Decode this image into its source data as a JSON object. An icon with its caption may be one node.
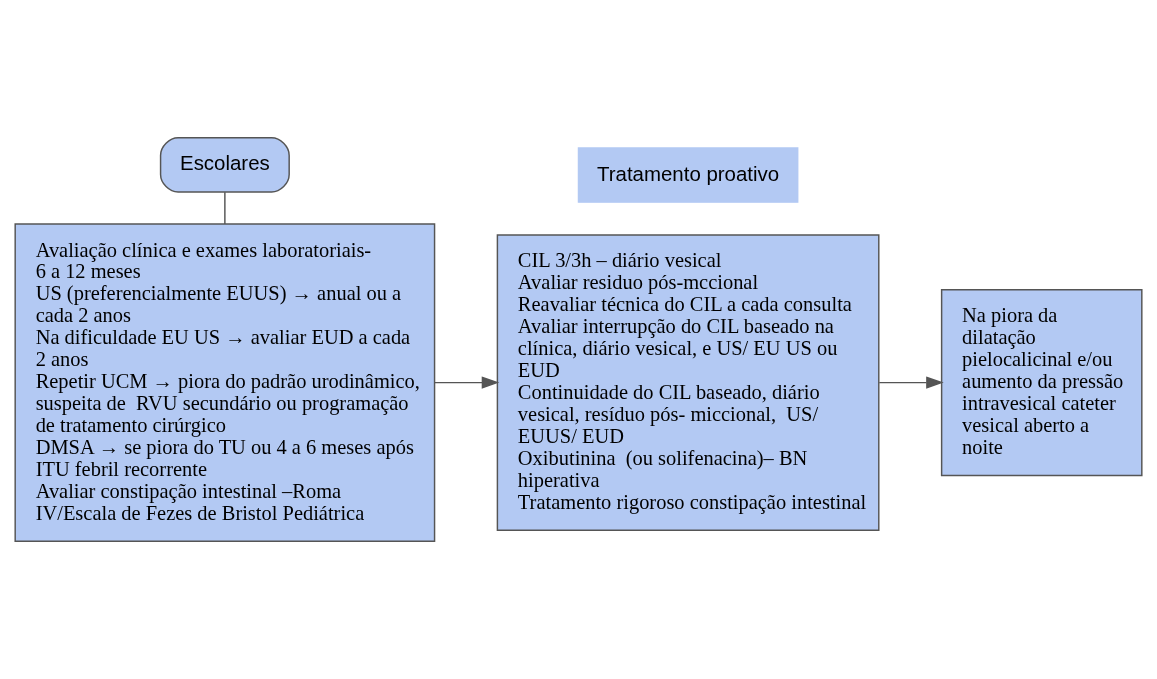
{
  "diagram": {
    "nodes": [
      {
        "text": [
          "Escolares"
        ]
      },
      {
        "text": [
          "Avaliação clínica e exames laboratoriais- 6 a 12 meses",
          "US (preferencialmente EUUS) → anual ou a cada 2 anos",
          "Na dificuldade EU US → avaliar EUD a cada 2 anos",
          "Repetir UCM → piora do padrão urodinâmico, suspeita de  RVU secundário ou programação de tratamento cirúrgico",
          "DMSA → se piora do TU ou 4 a 6 meses após ITU febril recorrente",
          "Avaliar constipação intestinal –Roma IV/Escala de Fezes de Bristol Pediátrica"
        ]
      },
      {
        "text": [
          "Tratamento proativo"
        ]
      },
      {
        "text": [
          "CIL 3/3h – diário vesical",
          "Avaliar residuo pós-mccional",
          "Reavaliar técnica do CIL a cada consulta",
          "Avaliar interrupção do CIL baseado na clínica, diário vesical, e US/ EU US ou EUD",
          "Continuidade do CIL baseado, diário vesical, resíduo pós- miccional,  US/ EUUS/ EUD",
          "Oxibutinina  (ou solifenacina)– BN hiperativa",
          "Tratamento rigoroso constipação intestinal"
        ]
      },
      {
        "text": [
          "Na piora da dilatação pielocalicinal e/ou aumento da pressão intravesical cateter vesical aberto a noite"
        ]
      }
    ],
    "edges": [
      {
        "from": 0,
        "to": 1,
        "arrow": "none"
      },
      {
        "from": 1,
        "to": 3,
        "arrow": "to"
      },
      {
        "from": 3,
        "to": 4,
        "arrow": "to"
      }
    ]
  }
}
